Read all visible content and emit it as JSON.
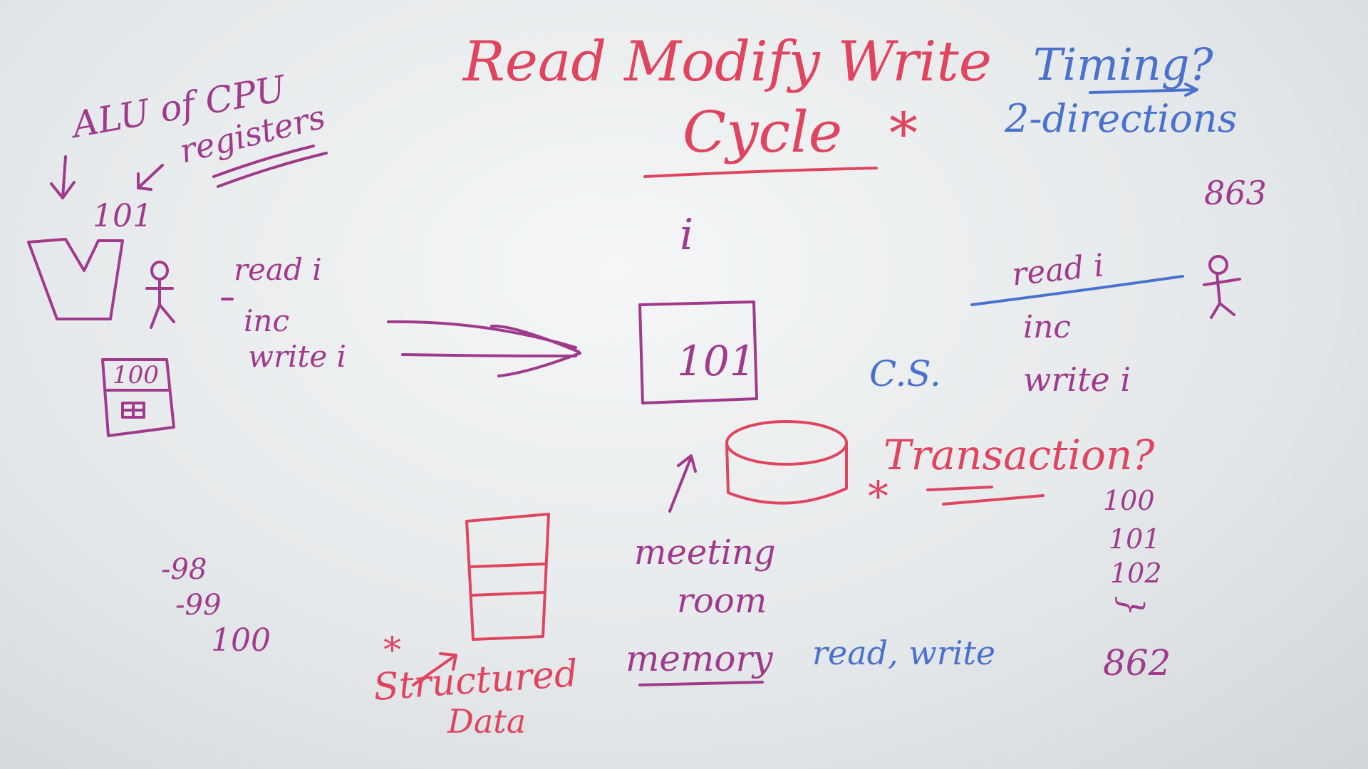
{
  "title": {
    "line1": "Read Modify Write",
    "line2": "Cycle",
    "star": "*"
  },
  "top_right": {
    "timing": "Timing?",
    "directions": "2-directions",
    "number": "863"
  },
  "left": {
    "alu": "ALU of CPU",
    "registers": "registers",
    "reg_value": "101",
    "stack_value": "100",
    "steps": [
      "read i",
      "inc",
      "write i"
    ],
    "countdown": [
      "-98",
      "-99",
      "100"
    ]
  },
  "center": {
    "variable": "i",
    "box_value": "101",
    "meeting": "meeting",
    "room": "room",
    "memory": "memory",
    "read_write": "read, write"
  },
  "right": {
    "cs": "C.S.",
    "steps": [
      "read i",
      "inc",
      "write i"
    ],
    "transaction": "Transaction?",
    "star": "*",
    "sequence": [
      "100",
      "101",
      "102",
      "}",
      "862"
    ]
  },
  "bottom": {
    "star": "*",
    "structured": "Structured",
    "data": "Data"
  },
  "ink_colors": {
    "pink": "#e0455f",
    "purple": "#a03a8c",
    "blue": "#4a72cc"
  }
}
